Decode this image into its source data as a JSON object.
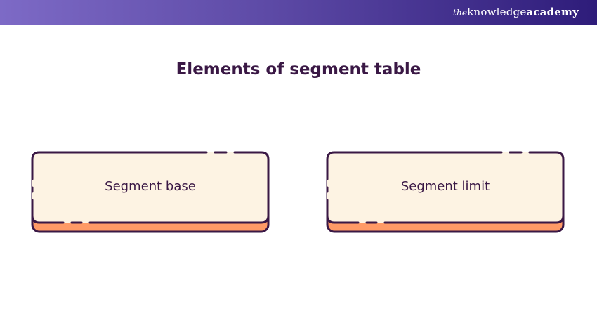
{
  "header": {
    "brand_prefix": "the",
    "brand_middle": "knowledge",
    "brand_suffix": "academy"
  },
  "title": "Elements of segment table",
  "cards": [
    {
      "label": "Segment base"
    },
    {
      "label": "Segment limit"
    }
  ],
  "colors": {
    "header_start": "#7d6ac6",
    "header_end": "#2e1c7a",
    "title_text": "#3a1845",
    "card_fill": "#fdf3e3",
    "card_border": "#3a1845",
    "card_shadow": "#ff9a66"
  }
}
